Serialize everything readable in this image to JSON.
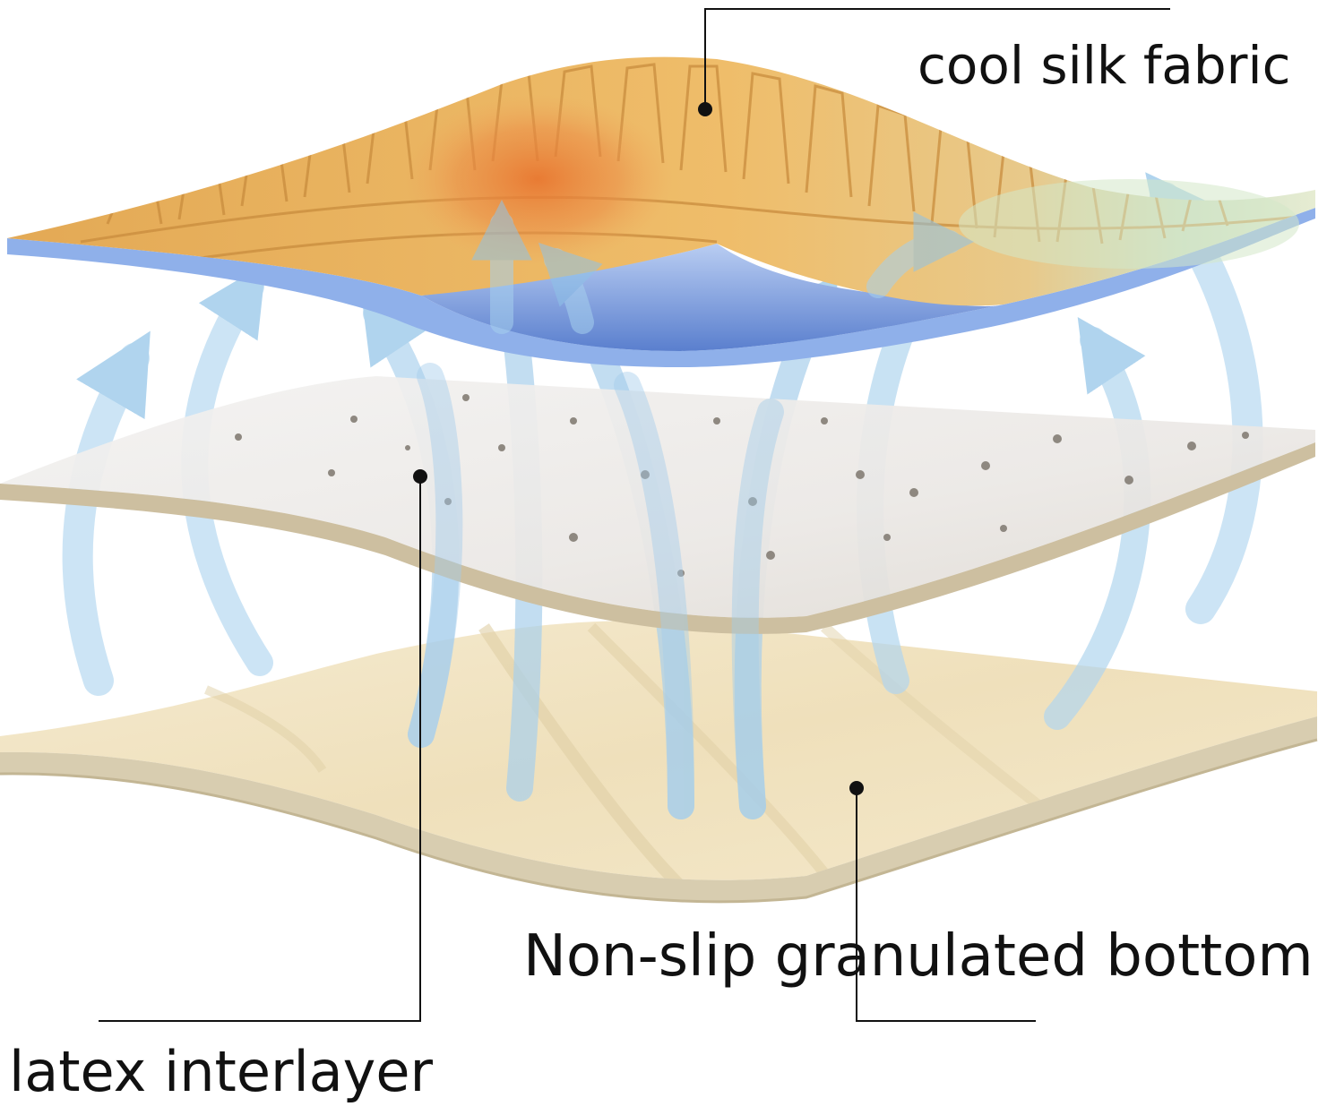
{
  "labels": {
    "top_layer": "cool silk fabric",
    "middle_layer": "latex interlayer",
    "bottom_layer": "Non-slip granulated bottom"
  },
  "colors": {
    "silk_fabric": "#e9b35e",
    "silk_hotspot": "#e8843a",
    "silk_cool_tint": "#cfe0c6",
    "silk_underside": "#6e93d8",
    "latex": "#ece9e6",
    "latex_edge": "#c8bba0",
    "bottom": "#f0e3c2",
    "bottom_edge": "#c9bd9e",
    "airflow_arrow": "#9ccbea",
    "leader_line": "#111111"
  },
  "icons": {
    "airflow": "curved-arrow-up-icon",
    "marker": "dot-marker-icon"
  }
}
